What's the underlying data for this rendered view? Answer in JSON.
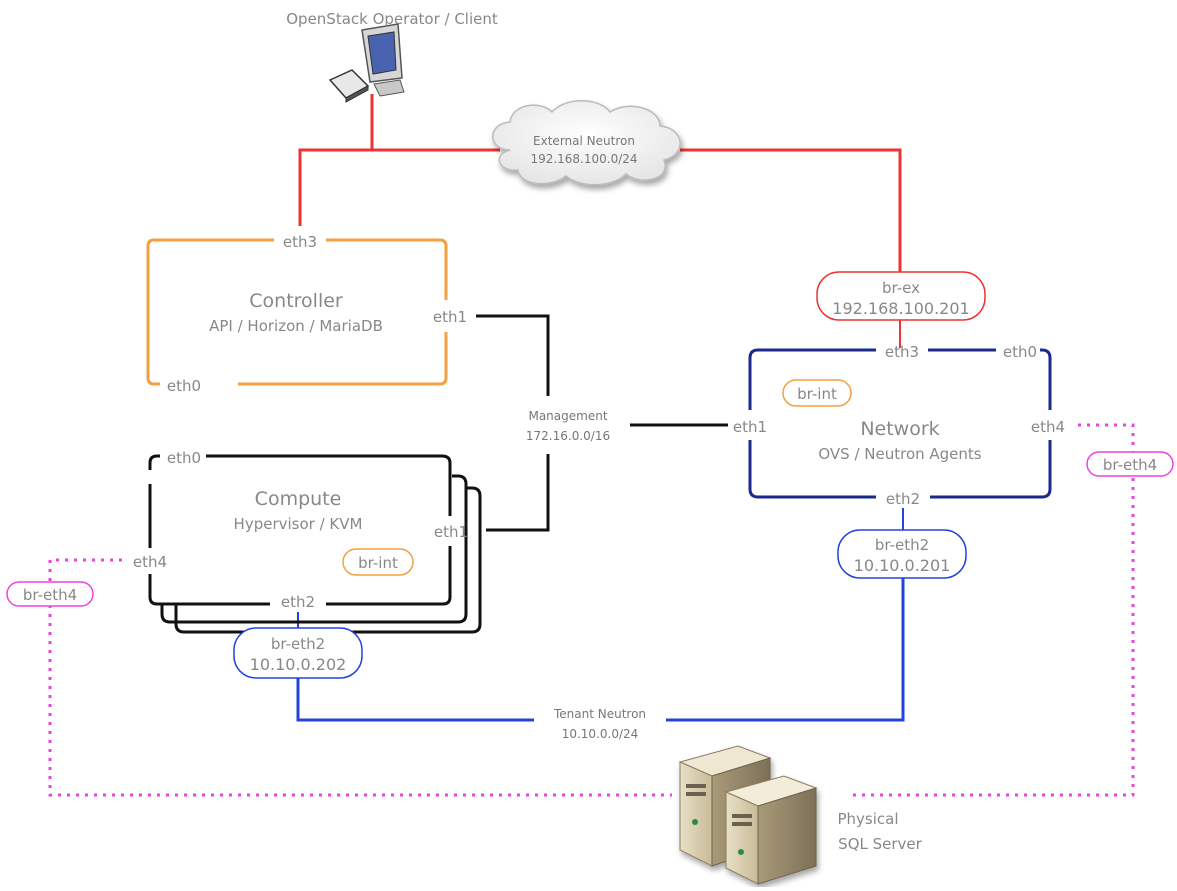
{
  "operator": {
    "label": "OpenStack Operator / Client"
  },
  "external_net": {
    "name": "External Neutron",
    "cidr": "192.168.100.0/24"
  },
  "management_net": {
    "name": "Management",
    "cidr": "172.16.0.0/16"
  },
  "tenant_net": {
    "name": "Tenant Neutron",
    "cidr": "10.10.0.0/24"
  },
  "controller": {
    "title": "Controller",
    "subtitle": "API / Horizon / MariaDB",
    "ifaces": {
      "eth3": "eth3",
      "eth1": "eth1",
      "eth0": "eth0"
    }
  },
  "compute": {
    "title": "Compute",
    "subtitle": "Hypervisor / KVM",
    "ifaces": {
      "eth0": "eth0",
      "eth1": "eth1",
      "eth2": "eth2",
      "eth4": "eth4"
    },
    "br_int": "br-int",
    "br_eth2": {
      "name": "br-eth2",
      "ip": "10.10.0.202"
    },
    "br_eth4": "br-eth4"
  },
  "network": {
    "title": "Network",
    "subtitle": "OVS / Neutron Agents",
    "ifaces": {
      "eth3": "eth3",
      "eth0": "eth0",
      "eth1": "eth1",
      "eth2": "eth2",
      "eth4": "eth4"
    },
    "br_ex": {
      "name": "br-ex",
      "ip": "192.168.100.201"
    },
    "br_int": "br-int",
    "br_eth2": {
      "name": "br-eth2",
      "ip": "10.10.0.201"
    },
    "br_eth4": "br-eth4"
  },
  "physical": {
    "line1": "Physical",
    "line2": "SQL Server"
  },
  "colors": {
    "external": "#ee3333",
    "management": "#111111",
    "tenant": "#2244dd",
    "physical_link": "#ee44dd",
    "controller_border": "#f4a040",
    "network_border": "#1a2a8a",
    "br_int": "#f4a040",
    "label": "#888888"
  }
}
